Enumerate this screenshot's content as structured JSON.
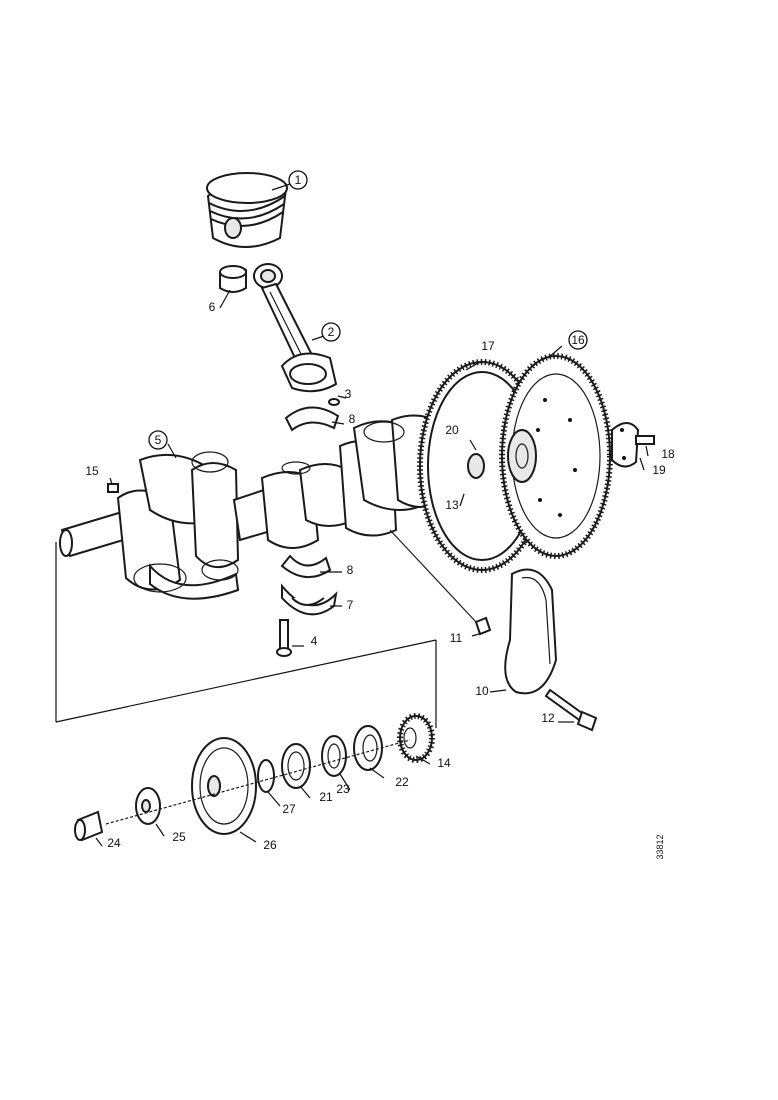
{
  "diagram": {
    "image_code": "33812",
    "callouts": [
      {
        "id": "1",
        "text": "1",
        "circled": true
      },
      {
        "id": "2",
        "text": "2",
        "circled": true
      },
      {
        "id": "3",
        "text": "3",
        "circled": false
      },
      {
        "id": "4",
        "text": "4",
        "circled": false
      },
      {
        "id": "5",
        "text": "5",
        "circled": true
      },
      {
        "id": "6",
        "text": "6",
        "circled": false
      },
      {
        "id": "7",
        "text": "7",
        "circled": false
      },
      {
        "id": "8a",
        "text": "8",
        "circled": false
      },
      {
        "id": "8b",
        "text": "8",
        "circled": false
      },
      {
        "id": "10",
        "text": "10",
        "circled": false
      },
      {
        "id": "11",
        "text": "11",
        "circled": false
      },
      {
        "id": "12",
        "text": "12",
        "circled": false
      },
      {
        "id": "13",
        "text": "13",
        "circled": false
      },
      {
        "id": "14",
        "text": "14",
        "circled": false
      },
      {
        "id": "15",
        "text": "15",
        "circled": false
      },
      {
        "id": "16",
        "text": "16",
        "circled": true
      },
      {
        "id": "17",
        "text": "17",
        "circled": false
      },
      {
        "id": "18",
        "text": "18",
        "circled": false
      },
      {
        "id": "19",
        "text": "19",
        "circled": false
      },
      {
        "id": "20",
        "text": "20",
        "circled": false
      },
      {
        "id": "21",
        "text": "21",
        "circled": false
      },
      {
        "id": "22",
        "text": "22",
        "circled": false
      },
      {
        "id": "23",
        "text": "23",
        "circled": false
      },
      {
        "id": "24",
        "text": "24",
        "circled": false
      },
      {
        "id": "25",
        "text": "25",
        "circled": false
      },
      {
        "id": "26",
        "text": "26",
        "circled": false
      },
      {
        "id": "27",
        "text": "27",
        "circled": false
      }
    ]
  }
}
